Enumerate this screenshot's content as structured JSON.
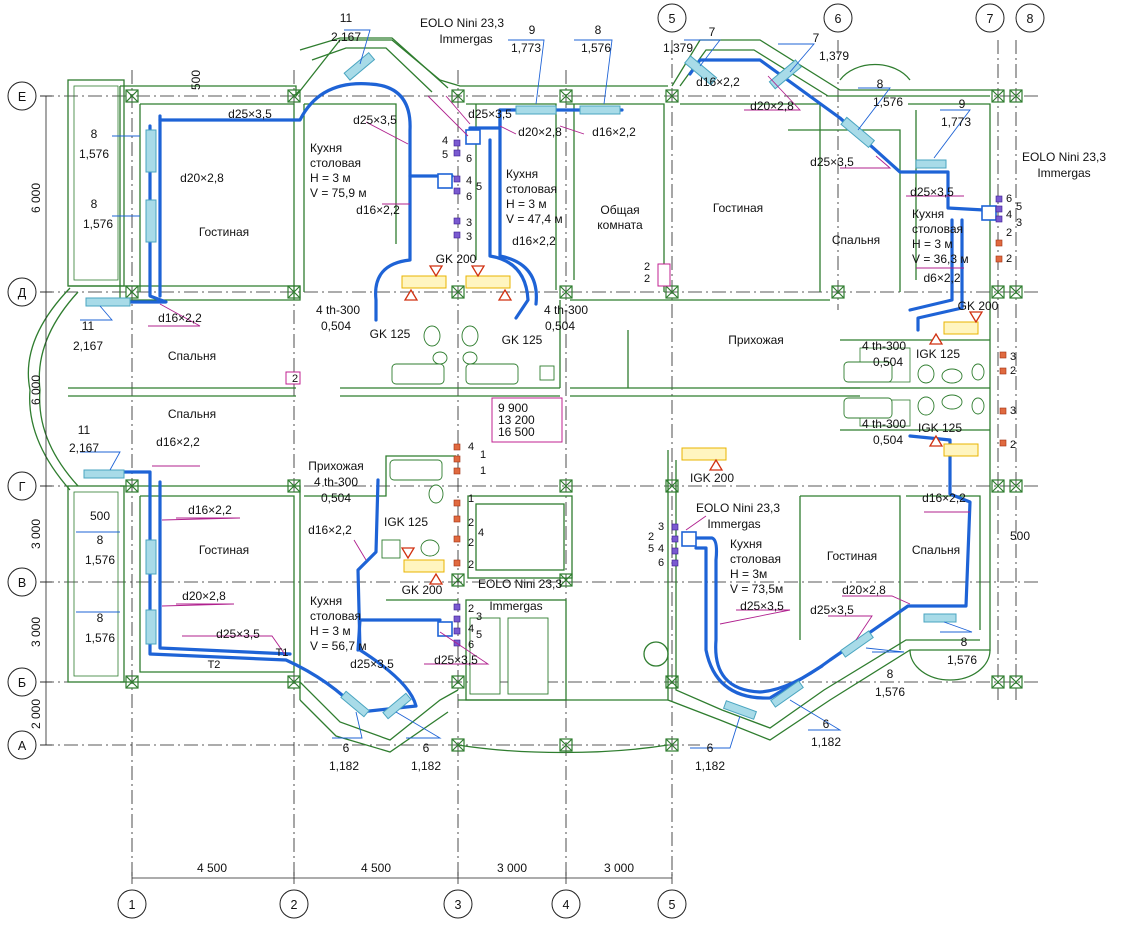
{
  "axes": {
    "vertical": [
      "1",
      "2",
      "3",
      "4",
      "5",
      "6",
      "7",
      "8"
    ],
    "horizontal": [
      "Е",
      "Д",
      "Г",
      "В",
      "Б",
      "А"
    ]
  },
  "dimensions": {
    "bottom": [
      "4 500",
      "4 500",
      "3 000",
      "3 000"
    ],
    "left": [
      "6 000",
      "6 000",
      "3 000",
      "3 000",
      "2 000"
    ],
    "offsets": [
      "500",
      "500",
      "500"
    ]
  },
  "rooms": [
    {
      "id": "living-nw",
      "name": "Гостиная"
    },
    {
      "id": "kitchen-1",
      "lines": [
        "Кухня",
        "столовая",
        "Н = 3 м",
        "V = 75,9 м"
      ]
    },
    {
      "id": "kitchen-2",
      "lines": [
        "Кухня",
        "столовая",
        "Н = 3 м",
        "V = 47,4 м"
      ]
    },
    {
      "id": "common",
      "lines": [
        "Общая",
        "комната"
      ]
    },
    {
      "id": "living-ne",
      "name": "Гостиная"
    },
    {
      "id": "bedroom-ne",
      "name": "Спальня"
    },
    {
      "id": "kitchen-3",
      "lines": [
        "Кухня",
        "столовая",
        "Н = 3 м",
        "V = 36,3 м"
      ]
    },
    {
      "id": "bedroom-w1",
      "name": "Спальня"
    },
    {
      "id": "bedroom-w2",
      "name": "Спальня"
    },
    {
      "id": "hall-center",
      "name": "Прихожая"
    },
    {
      "id": "hall-left",
      "name": "Прихожая"
    },
    {
      "id": "living-sw",
      "name": "Гостиная"
    },
    {
      "id": "kitchen-4",
      "lines": [
        "Кухня",
        "столовая",
        "Н = 3 м",
        "V = 56,7 м"
      ]
    },
    {
      "id": "kitchen-5",
      "lines": [
        "Кухня",
        "столовая",
        "Н = 3м",
        "V = 73,5м"
      ]
    },
    {
      "id": "living-se",
      "name": "Гостиная"
    },
    {
      "id": "bedroom-se",
      "name": "Спальня"
    }
  ],
  "radiators": [
    {
      "type": "11",
      "power": "2,167"
    },
    {
      "type": "9",
      "power": "1,773"
    },
    {
      "type": "8",
      "power": "1,576"
    },
    {
      "type": "7",
      "power": "1,379"
    },
    {
      "type": "6",
      "power": "1,182"
    }
  ],
  "pipes": [
    "d25×3,5",
    "d20×2,8",
    "d16×2,2",
    "d6×2,2"
  ],
  "boilers": {
    "model": "EOLO Nini 23,3",
    "maker": "Immergas"
  },
  "heaters": [
    "GK 200",
    "GK 125",
    "IGK 125",
    "IGK 200",
    "4 th-300",
    "0,504"
  ],
  "levels": [
    "9 900",
    "13 200",
    "16 500"
  ],
  "misc": {
    "t1": "T1",
    "t2": "T2"
  }
}
